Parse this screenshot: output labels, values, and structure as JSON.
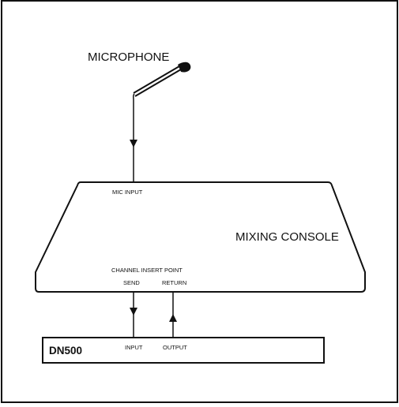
{
  "diagram": {
    "microphone": {
      "label": "MICROPHONE"
    },
    "console": {
      "label": "MIXING CONSOLE",
      "mic_input_label": "MIC INPUT",
      "insert_point_label": "CHANNEL INSERT POINT",
      "send_label": "SEND",
      "return_label": "RETURN"
    },
    "unit": {
      "label": "DN500",
      "input_label": "INPUT",
      "output_label": "OUTPUT"
    }
  }
}
